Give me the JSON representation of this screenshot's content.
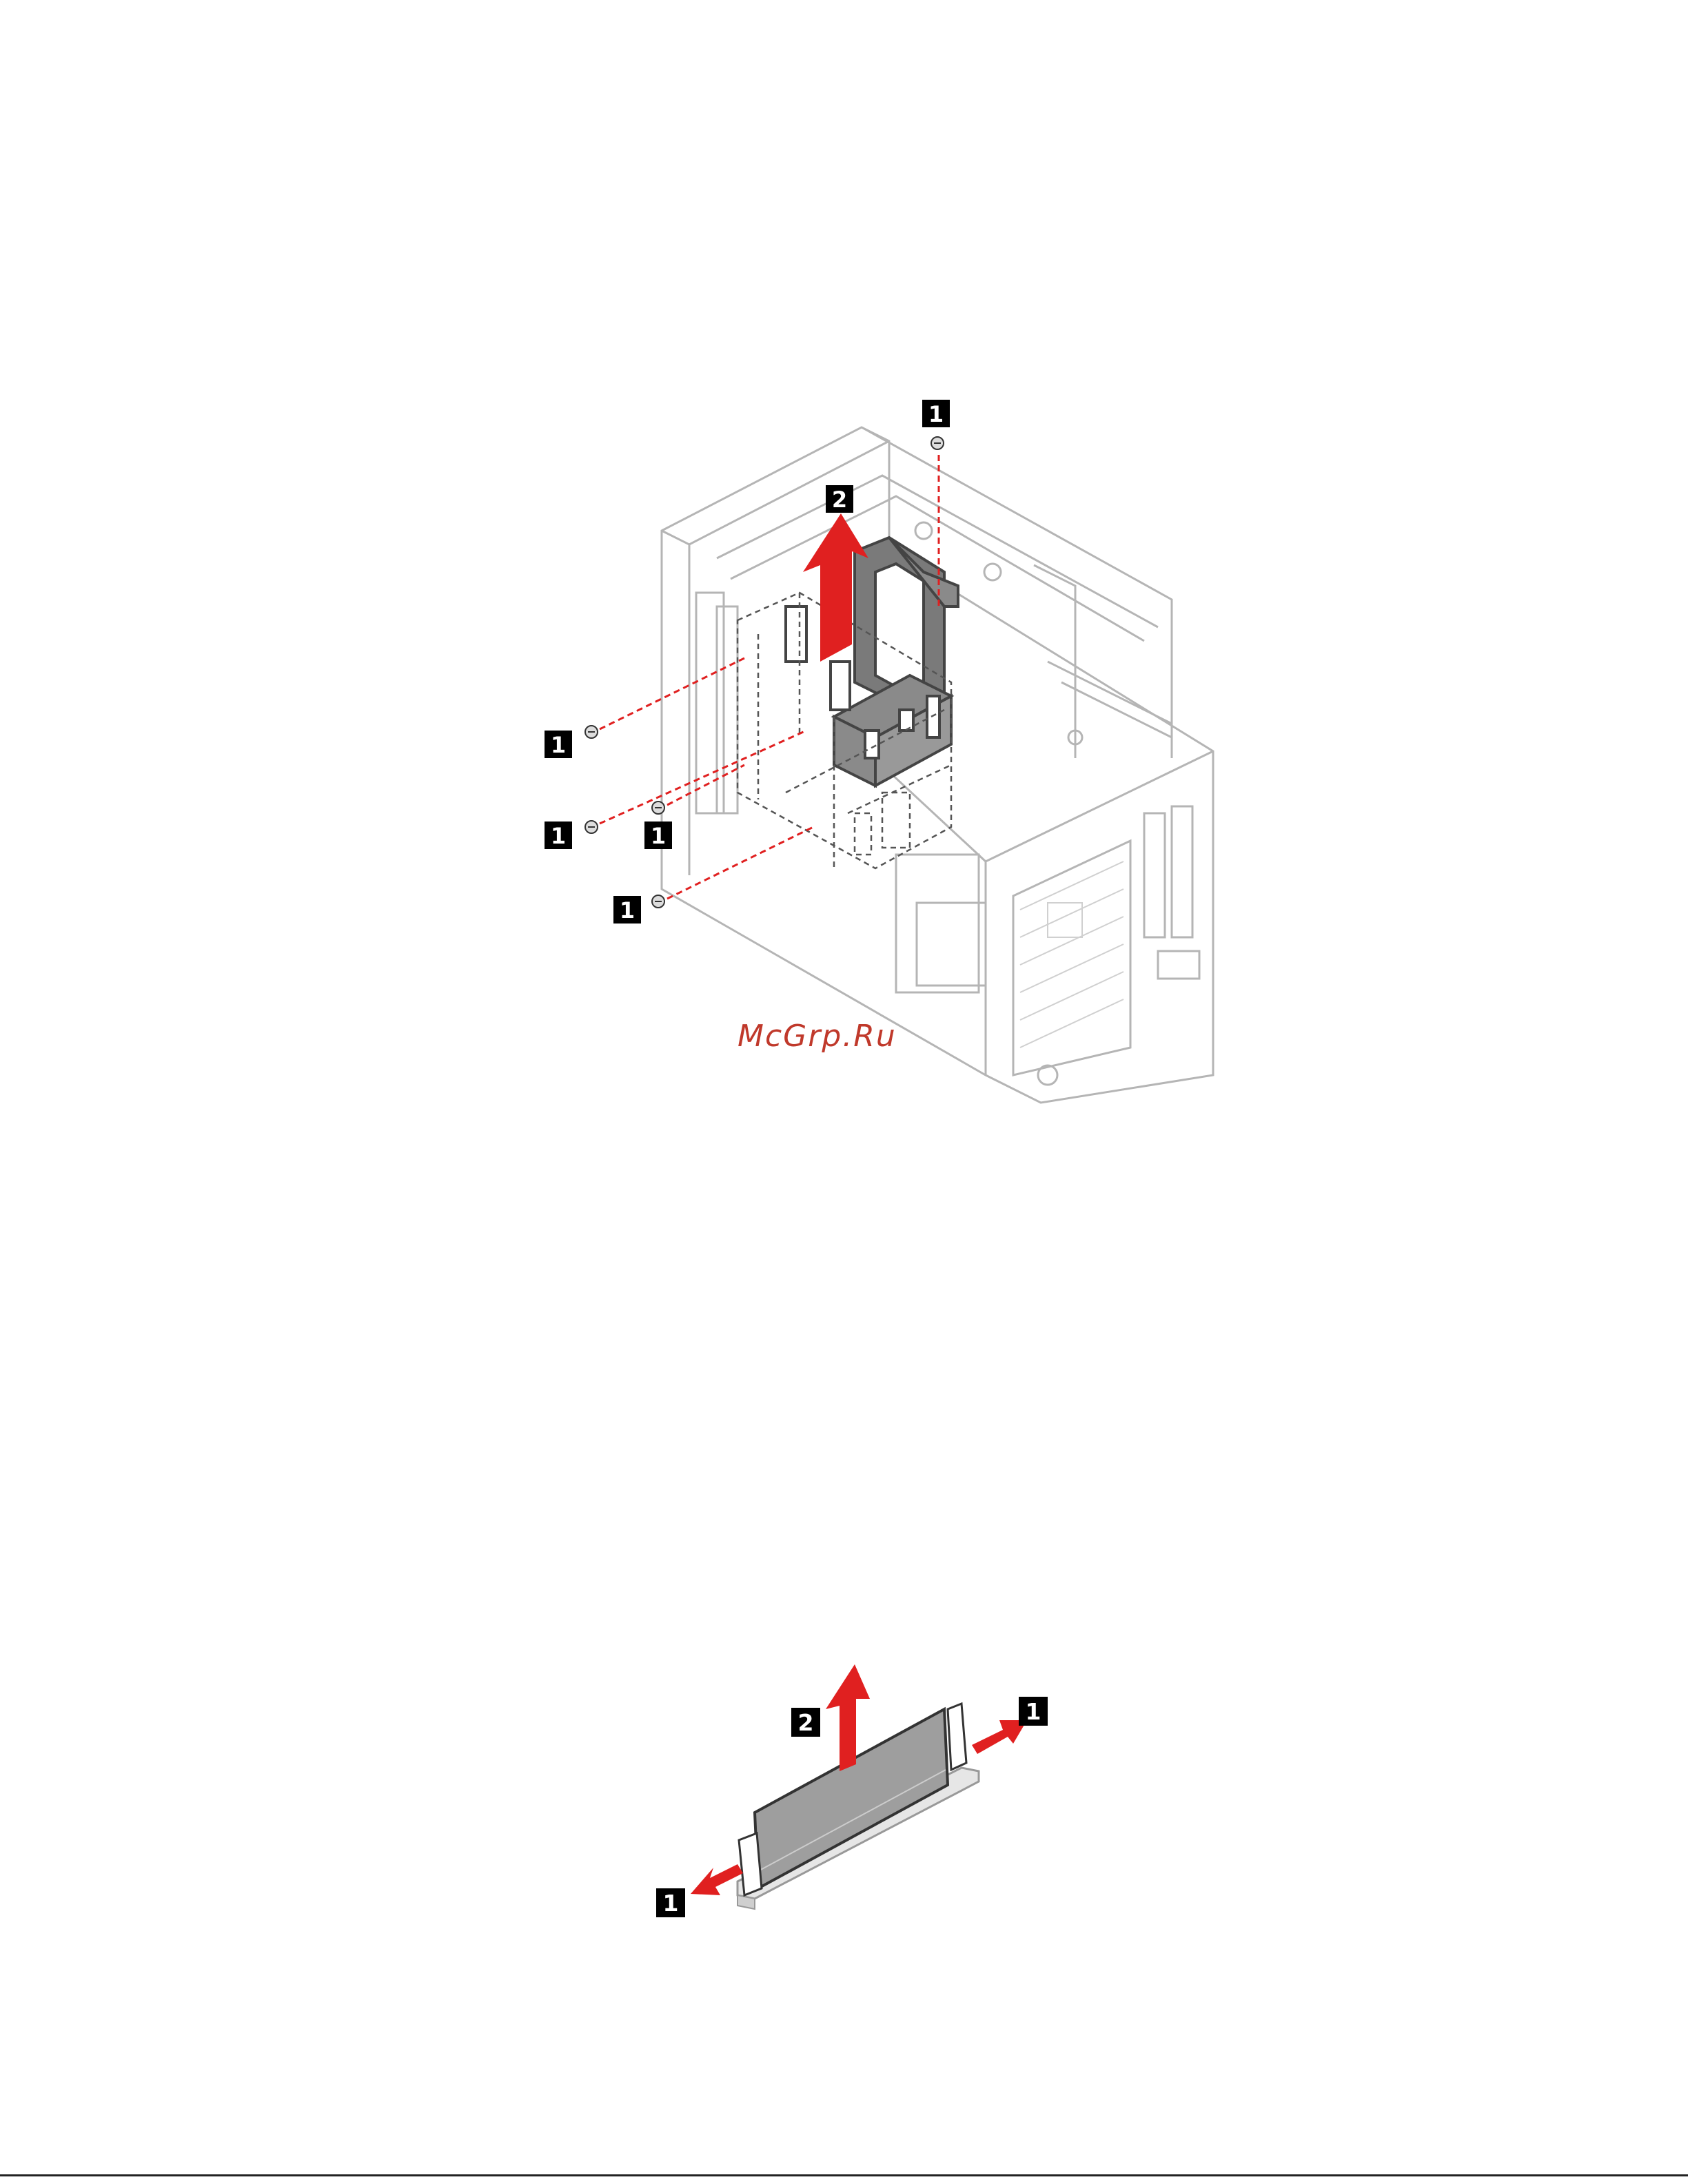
{
  "figure1": {
    "callouts": [
      {
        "label": "1"
      },
      {
        "label": "2"
      },
      {
        "label": "1"
      },
      {
        "label": "1"
      },
      {
        "label": "1"
      },
      {
        "label": "1"
      }
    ],
    "watermark": "McGrp.Ru"
  },
  "figure2": {
    "callouts": [
      {
        "label": "2"
      },
      {
        "label": "1"
      },
      {
        "label": "1"
      }
    ]
  },
  "colors": {
    "arrow": "#e02020",
    "callout_bg": "#000000",
    "line_art": "#9a9a9a",
    "bracket": "#777777"
  }
}
